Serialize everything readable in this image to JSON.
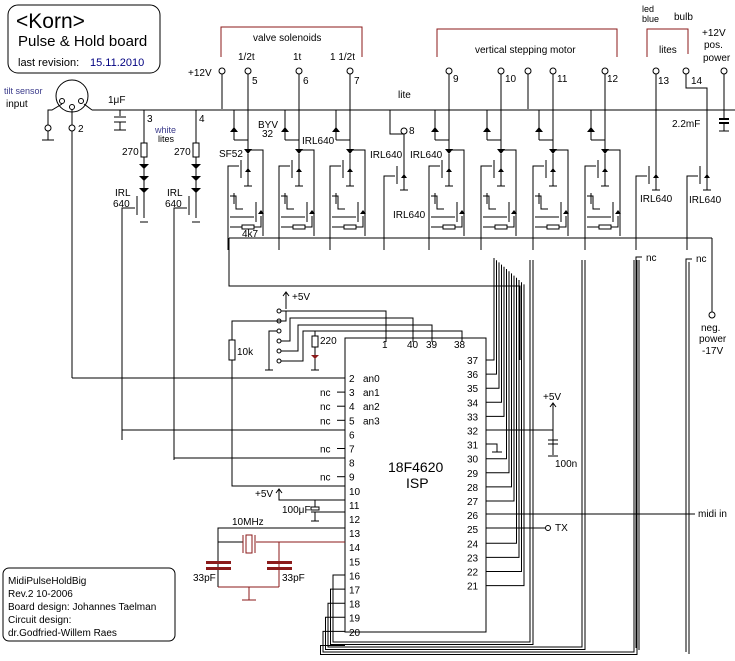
{
  "title_box": {
    "title": "<Korn>",
    "subtitle": "Pulse & Hold board",
    "revision_label": "last revision:",
    "revision_date": "15.11.2010"
  },
  "info_box": {
    "lines": [
      "MidiPulseHoldBig",
      "Rev.2 10-2006",
      "Board design:  Johannes  Taelman",
      "Circuit design:",
      "dr.Godfried-Willem Raes"
    ]
  },
  "group_labels": {
    "valve_solenoids": "valve solenoids",
    "vertical_stepping_motor": "vertical stepping motor",
    "lites": "lites",
    "led_blue": "led\nblue",
    "led": "led",
    "blue": "blue",
    "bulb": "bulb",
    "white": "white",
    "lites_white": "lites",
    "lite": "lite",
    "tilt_sensor": "tilt sensor",
    "input": "input"
  },
  "solenoid_sublabels": [
    "1/2t",
    "1t",
    "1 1/2t"
  ],
  "connectors": {
    "plus12v": "+12V",
    "pins": [
      "2",
      "3",
      "4",
      "5",
      "6",
      "7",
      "8",
      "9",
      "10",
      "11",
      "12",
      "13",
      "14"
    ],
    "pos_power": [
      "+12V",
      "pos.",
      "power"
    ],
    "neg_power": [
      "neg.",
      "power",
      "-17V"
    ]
  },
  "components": {
    "c_1uF": "1μF",
    "c_2_2mF": "2.2mF",
    "byv": [
      "BYV",
      "32"
    ],
    "sf52": "SF52",
    "r270": "270",
    "r4k7": "4k7",
    "r10k": "10k",
    "r220": "220",
    "irl640": "IRL640",
    "irl": "IRL",
    "n640": "640",
    "c_100n": "100n",
    "c_100uF": "100μF",
    "xtal": "10MHz",
    "c_33pF": "33pF",
    "plus5v": "+5V",
    "nc": "nc",
    "tx": "TX",
    "midi_in": "midi in"
  },
  "chip": {
    "name": "18F4620",
    "sub": "ISP",
    "top_pins": [
      "1",
      "40",
      "39",
      "38"
    ],
    "left_pins": [
      {
        "num": "2",
        "func": "an0"
      },
      {
        "num": "3",
        "func": "an1",
        "nc": true
      },
      {
        "num": "4",
        "func": "an2",
        "nc": true
      },
      {
        "num": "5",
        "func": "an3",
        "nc": true
      },
      {
        "num": "6",
        "func": ""
      },
      {
        "num": "7",
        "func": "",
        "nc": true
      },
      {
        "num": "8",
        "func": ""
      },
      {
        "num": "9",
        "func": "",
        "nc": true
      },
      {
        "num": "10",
        "func": ""
      },
      {
        "num": "11",
        "func": ""
      },
      {
        "num": "12",
        "func": ""
      },
      {
        "num": "13",
        "func": ""
      },
      {
        "num": "14",
        "func": ""
      },
      {
        "num": "15",
        "func": ""
      },
      {
        "num": "16",
        "func": ""
      },
      {
        "num": "17",
        "func": ""
      },
      {
        "num": "18",
        "func": ""
      },
      {
        "num": "19",
        "func": ""
      },
      {
        "num": "20",
        "func": ""
      }
    ],
    "right_pins": [
      "37",
      "36",
      "35",
      "34",
      "33",
      "32",
      "31",
      "30",
      "29",
      "28",
      "27",
      "26",
      "25",
      "24",
      "23",
      "22",
      "21"
    ]
  },
  "colors": {
    "wire": "#000000",
    "accent_red": "#8b1a1a",
    "title_date": "#000080"
  }
}
